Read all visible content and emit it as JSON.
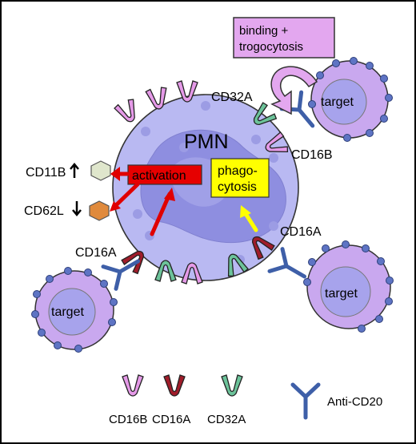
{
  "cell": {
    "title": "PMN"
  },
  "labels": {
    "binding": [
      "binding +",
      "trogocytosis"
    ],
    "cd32a_top": "CD32A",
    "cd16b_top": "CD16B",
    "cd11b": "CD11B",
    "cd62l": "CD62L",
    "activation": "activation",
    "phago": [
      "phago-",
      "cytosis"
    ],
    "cd16a_left": "CD16A",
    "cd16a_right": "CD16A",
    "target_top": "target",
    "target_left": "target",
    "target_right": "target"
  },
  "legend": [
    {
      "label": "CD16B",
      "color": "#e59ae8"
    },
    {
      "label": "CD16A",
      "color": "#a01c2a"
    },
    {
      "label": "CD32A",
      "color": "#6cc39a"
    },
    {
      "label": "Anti-CD20",
      "color": "#3e5fa8"
    }
  ],
  "colors": {
    "cell_fill": "#b9b9f2",
    "nucleus_fill": "#8e8ee0",
    "target_fill": "#c9a8ef",
    "target_nucleus": "#a7a3ec",
    "granule": "#9c9ce4",
    "receptor_blue": "#5e74c4",
    "activation_box": "#e60000",
    "phago_box": "#ffff00",
    "binding_box": "#e3a7ef",
    "red_arrow": "#e00000",
    "yellow_arrow": "#ffff00",
    "cd11b_hex": "#dfe6cc",
    "cd62l_hex": "#e08a3c"
  },
  "icons": {
    "up": "up-arrow-icon",
    "down": "down-arrow-icon"
  }
}
